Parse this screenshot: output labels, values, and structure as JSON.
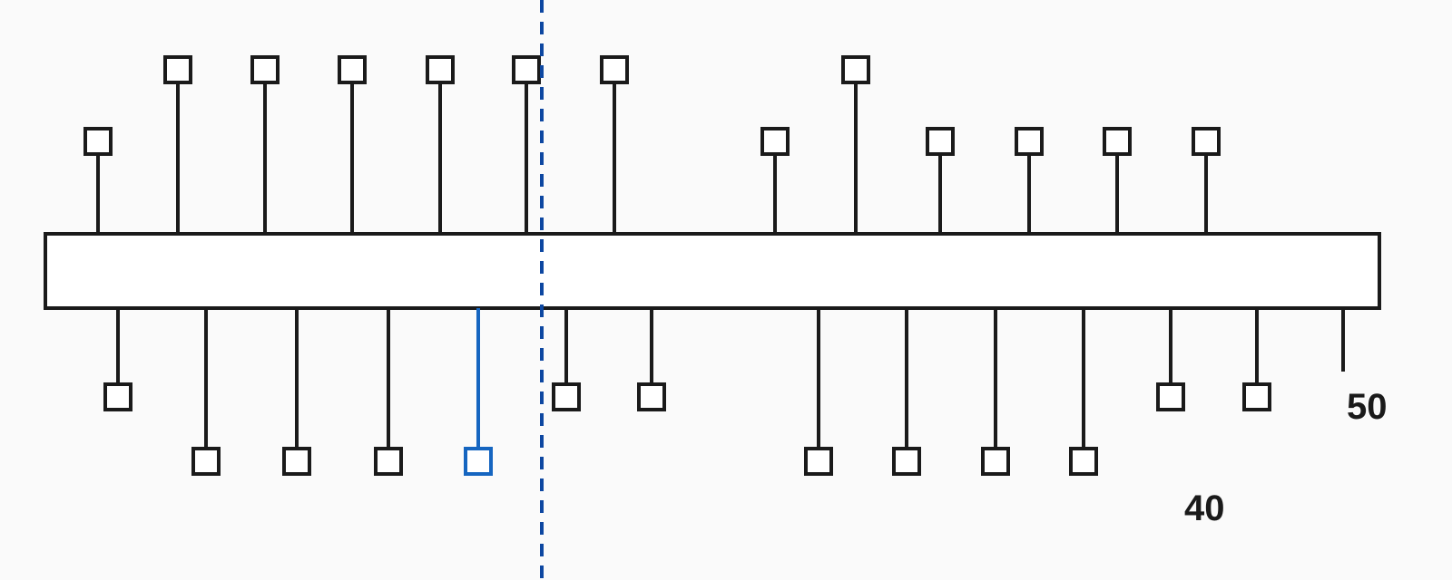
{
  "colors": {
    "stroke": "#1a1a1a",
    "highlight": "#1565c0",
    "cut_line": "#0d47a1",
    "background": "#fafafa"
  },
  "pins": {
    "top": [
      {
        "level": "short"
      },
      {
        "level": "tall"
      },
      {
        "level": "tall"
      },
      {
        "level": "tall"
      },
      {
        "level": "tall"
      },
      {
        "level": "tall"
      },
      {
        "level": "tall"
      },
      {
        "level": "short"
      },
      {
        "level": "tall"
      },
      {
        "level": "short"
      },
      {
        "level": "short"
      },
      {
        "level": "short"
      },
      {
        "level": "short"
      }
    ],
    "bottom": [
      {
        "level": "short"
      },
      {
        "level": "long"
      },
      {
        "level": "long"
      },
      {
        "level": "long"
      },
      {
        "level": "long",
        "highlighted": true
      },
      {
        "level": "short"
      },
      {
        "level": "short"
      },
      {
        "level": "long"
      },
      {
        "level": "long"
      },
      {
        "level": "long"
      },
      {
        "level": "long"
      },
      {
        "level": "short"
      },
      {
        "level": "short"
      },
      {
        "level": "label"
      }
    ]
  },
  "labels": {
    "a": "50",
    "b": "40"
  }
}
